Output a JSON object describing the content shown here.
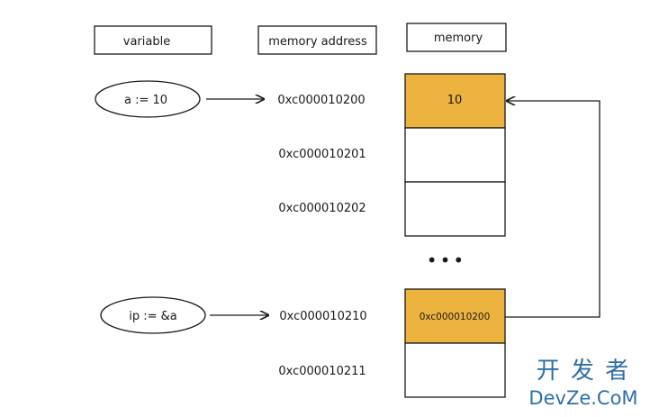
{
  "headers": {
    "variable": "variable",
    "memory_address": "memory address",
    "memory": "memory"
  },
  "variables": {
    "a": "a := 10",
    "ip": "ip := &a"
  },
  "addresses": [
    "0xc000010200",
    "0xc000010201",
    "0xc000010202",
    "0xc000010210",
    "0xc000010211"
  ],
  "cells": {
    "a_value": "10",
    "ip_value": "0xc000010200"
  },
  "ellipsis": "•••",
  "watermark": {
    "cn": "开 发 者",
    "en": "DevZe.CoM"
  },
  "colors": {
    "highlight": "#EDB33F",
    "stroke": "#1a1a1a",
    "watermark": "#2f6fa8"
  }
}
